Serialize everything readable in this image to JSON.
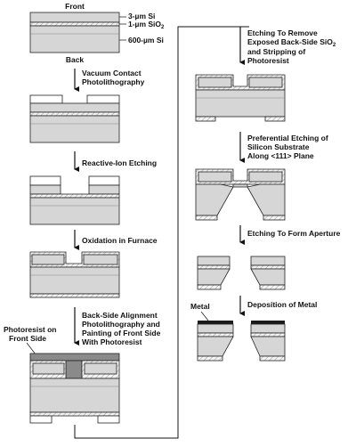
{
  "labels": {
    "front": "Front",
    "back": "Back",
    "si_top": "3-µm Si",
    "sio2_prefix": "1-µm SiO",
    "sio2_sub": "2",
    "si_bulk": "600-µm Si",
    "photoresist_front_1": "Photoresist on",
    "photoresist_front_2": "Front Side",
    "metal": "Metal"
  },
  "steps": {
    "s1": "Vacuum Contact",
    "s1b": "Photolithography",
    "s2": "Reactive-Ion Etching",
    "s3": "Oxidation in Furnace",
    "s4a": "Back-Side Alignment",
    "s4b": "Photolithography and",
    "s4c": "Painting of Front Side",
    "s4d": "With Photoresist",
    "s5a": "Etching To Remove",
    "s5b_prefix": "Exposed Back-Side SiO",
    "s5b_sub": "2",
    "s5c": "and Stripping of",
    "s5d": "Photoresist",
    "s6a": "Preferential Etching of",
    "s6b": "Silicon Substrate",
    "s6c": "Along <111> Plane",
    "s7": "Etching To Form Aperture",
    "s8": "Deposition of Metal"
  },
  "colors": {
    "silicon": "#d6d6d6",
    "oxide": "#f2f2f2",
    "photoresist": "#8a8a8a",
    "metal": "#1a1a1a"
  }
}
